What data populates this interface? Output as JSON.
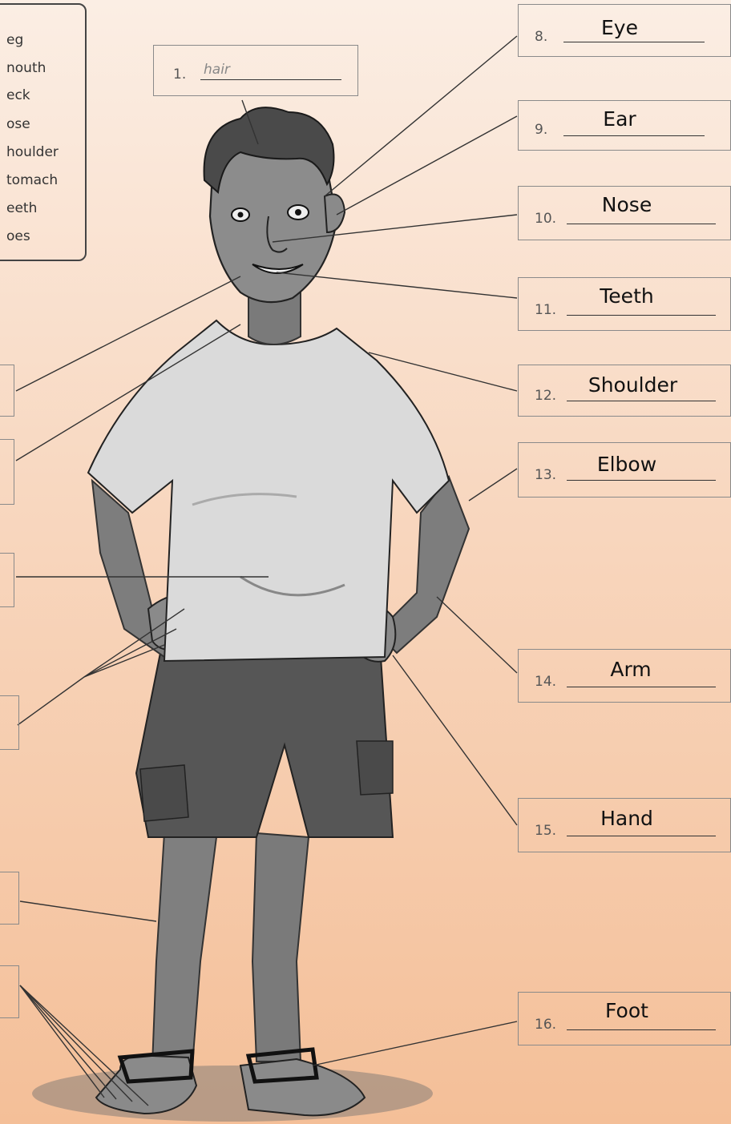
{
  "word_bank": [
    "eg",
    "nouth",
    "eck",
    "ose",
    "houlder",
    "tomach",
    "eeth",
    "oes"
  ],
  "labels": {
    "l1": {
      "number": "1.",
      "answer": "hair"
    },
    "l8": {
      "number": "8.",
      "answer": "Eye"
    },
    "l9": {
      "number": "9.",
      "answer": "Ear"
    },
    "l10": {
      "number": "10.",
      "answer": "Nose"
    },
    "l11": {
      "number": "11.",
      "answer": "Teeth"
    },
    "l12": {
      "number": "12.",
      "answer": "Shoulder"
    },
    "l13": {
      "number": "13.",
      "answer": "Elbow"
    },
    "l14": {
      "number": "14.",
      "answer": "Arm"
    },
    "l15": {
      "number": "15.",
      "answer": "Hand"
    },
    "l16": {
      "number": "16.",
      "answer": "Foot"
    }
  },
  "colors": {
    "line": "#333333",
    "figure": "#7d7d7d",
    "shirt": "#d9d9d9",
    "shorts": "#555555"
  }
}
